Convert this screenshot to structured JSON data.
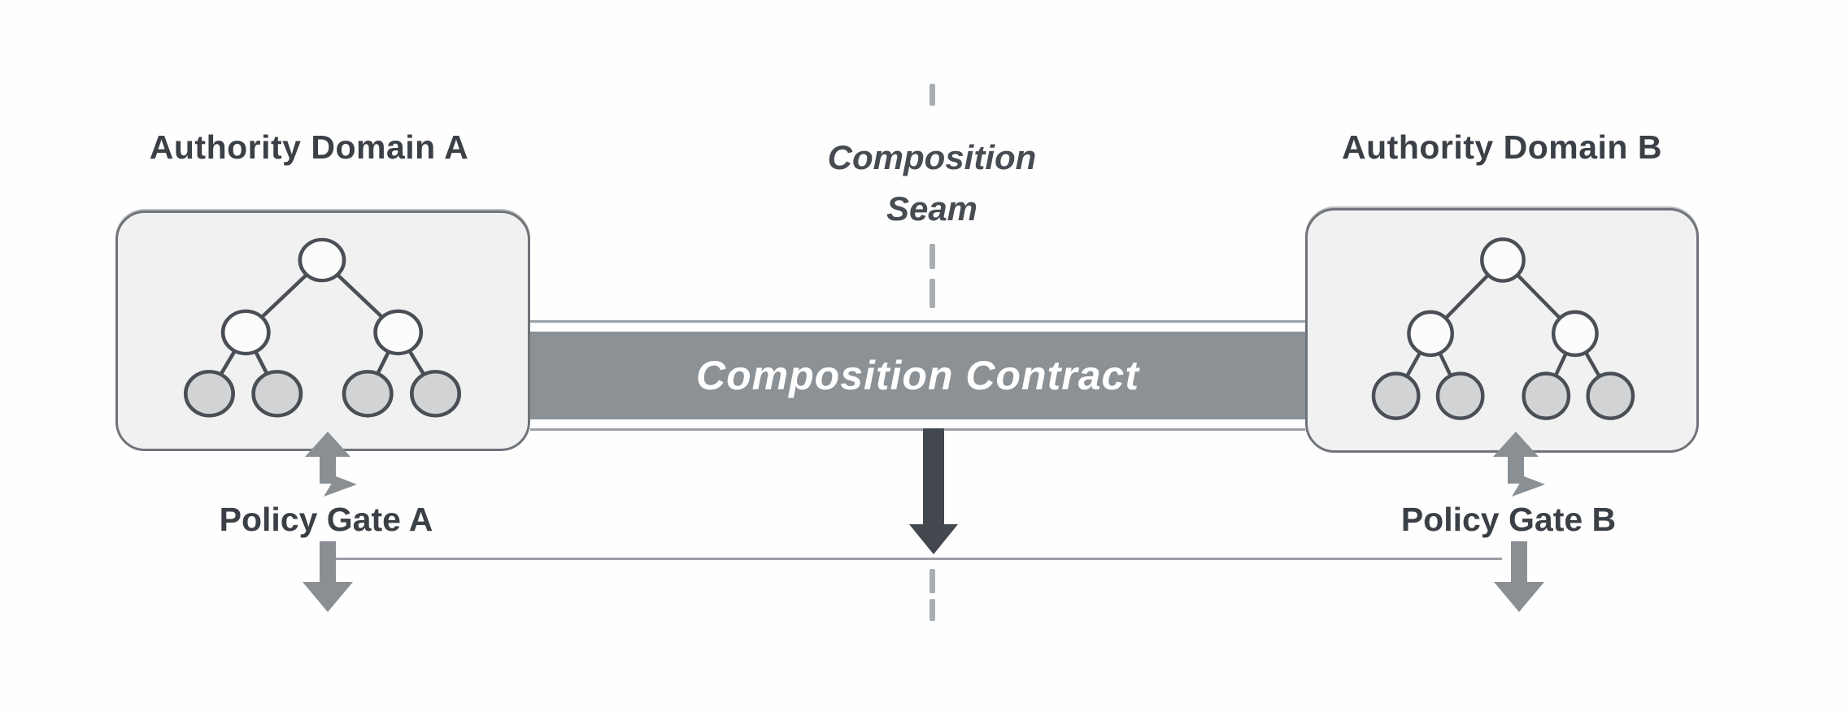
{
  "colors": {
    "background": "#fefefe",
    "text-dark": "#3b4046",
    "seam-text": "#474c52",
    "bar-gray": "#8c9196",
    "bar-text": "#ffffff",
    "arrow-gray": "#8a8f94",
    "arrow-dark": "#43484e",
    "line-gray": "#9aa0a5",
    "dash-gray": "#a8adb2",
    "box-fill": "#f1f1f2",
    "box-border": "#6f747a",
    "node-stroke": "#4a4f55",
    "node-fill-open": "#fcfcfd",
    "node-fill-leaf": "#d2d3d5"
  },
  "domain_a": {
    "title": "Authority Domain A",
    "gate_label": "Policy Gate A"
  },
  "domain_b": {
    "title": "Authority Domain B",
    "gate_label": "Policy Gate B"
  },
  "seam": {
    "line1": "Composition",
    "line2": "Seam"
  },
  "contract": {
    "label": "Composition Contract"
  }
}
